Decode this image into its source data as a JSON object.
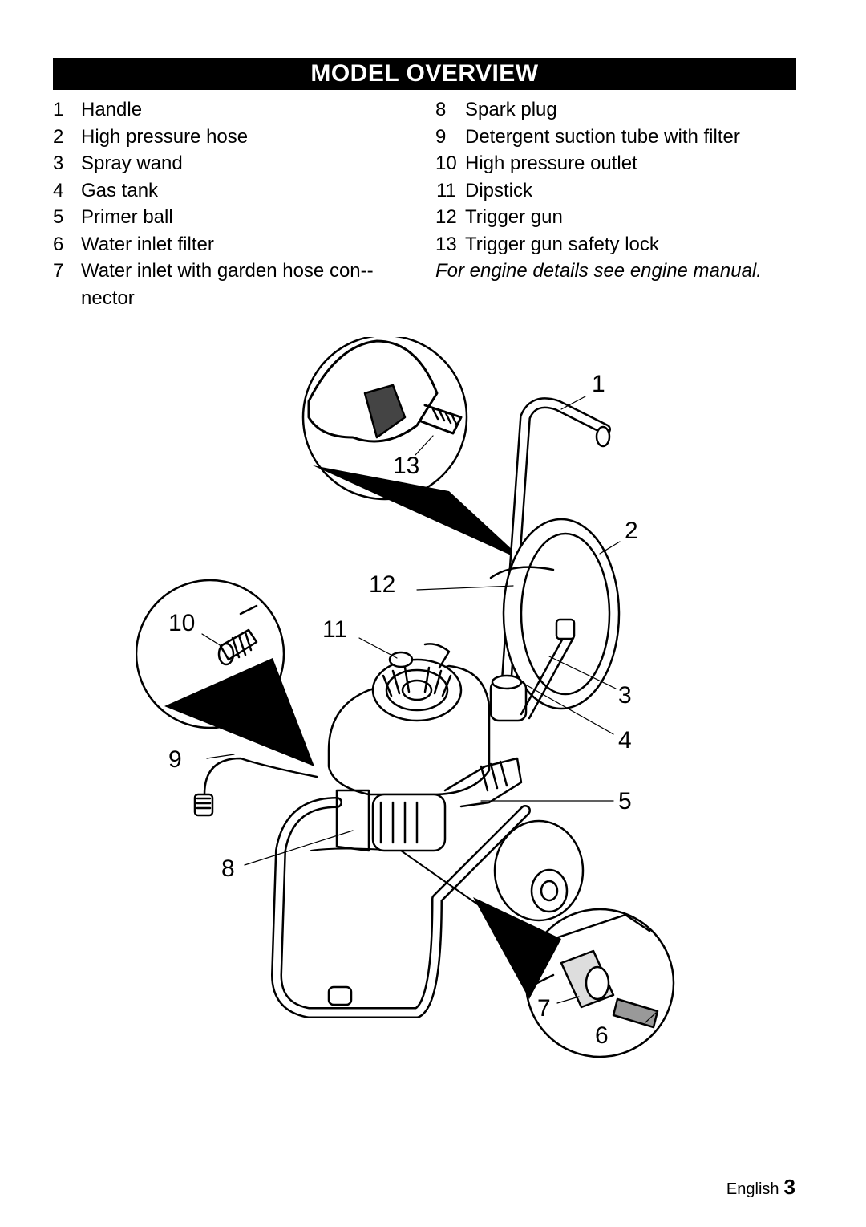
{
  "title": "MODEL OVERVIEW",
  "left_items": [
    {
      "num": "1",
      "text": "Handle"
    },
    {
      "num": "2",
      "text": "High pressure hose"
    },
    {
      "num": "3",
      "text": "Spray wand"
    },
    {
      "num": "4",
      "text": "Gas tank"
    },
    {
      "num": "5",
      "text": "Primer ball"
    },
    {
      "num": "6",
      "text": "Water inlet filter"
    },
    {
      "num": "7",
      "text": "Water inlet with garden hose con-­nector"
    }
  ],
  "right_items": [
    {
      "num": "8",
      "text": "Spark plug"
    },
    {
      "num": "9",
      "text": "Detergent suction tube with filter"
    },
    {
      "num": "10",
      "text": "High pressure outlet"
    },
    {
      "num": "11",
      "text": "Dipstick"
    },
    {
      "num": "12",
      "text": "Trigger gun"
    },
    {
      "num": "13",
      "text": "Trigger gun safety lock"
    }
  ],
  "note": "For engine details see engine manual.",
  "callouts": [
    "1",
    "2",
    "3",
    "4",
    "5",
    "6",
    "7",
    "8",
    "9",
    "10",
    "11",
    "12",
    "13"
  ],
  "footer": {
    "language": "English",
    "page": "3"
  }
}
